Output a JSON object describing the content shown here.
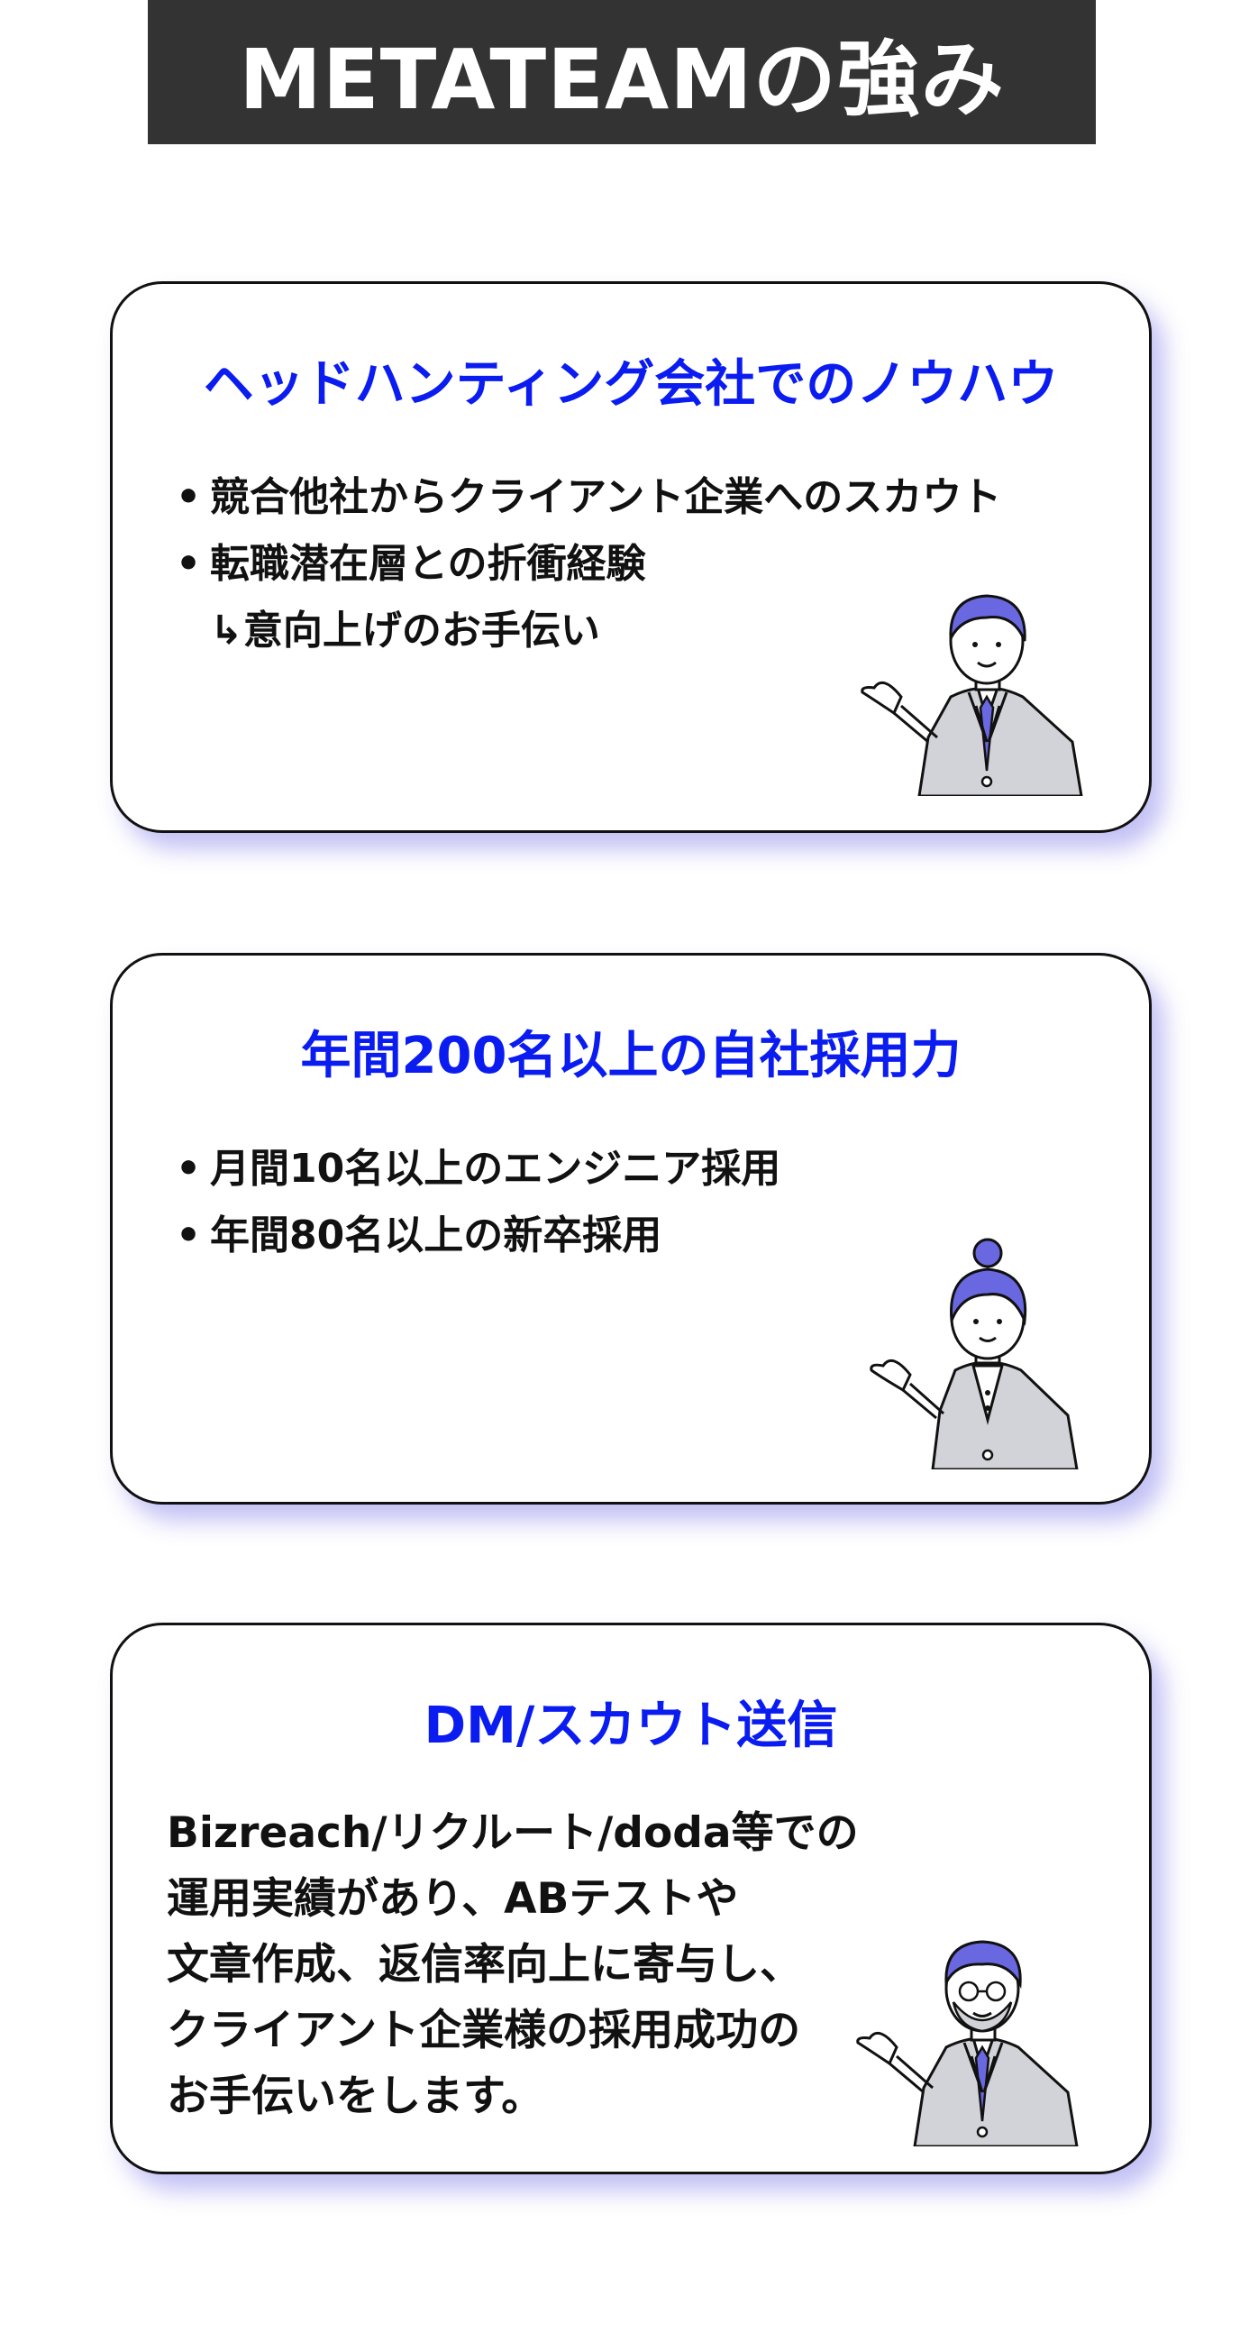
{
  "header": {
    "title": "METATEAMの強み"
  },
  "cards": [
    {
      "title": "ヘッドハンティング会社でのノウハウ",
      "bullets": [
        "競合他社からクライアント企業へのスカウト",
        "転職潜在層との折衝経験"
      ],
      "sub": "↳意向上げのお手伝い"
    },
    {
      "title": "年間200名以上の自社採用力",
      "bullets": [
        "月間10名以上のエンジニア採用",
        "年間80名以上の新卒採用"
      ]
    },
    {
      "title": "DM/スカウト送信",
      "lines": [
        "Bizreach/リクルート/doda等での",
        "運用実績があり、ABテストや",
        "文章作成、返信率向上に寄与し、",
        "クライアント企業様の採用成功の",
        "お手伝いをします。"
      ]
    }
  ],
  "bullet_symbol": "•",
  "colors": {
    "accent": "#0a1cf0",
    "title_bg": "#333333",
    "shadow": "#7873e6",
    "figure_accent": "#6a68e0"
  }
}
